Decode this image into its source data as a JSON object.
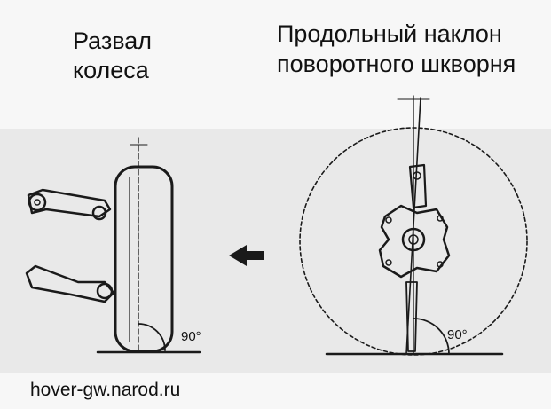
{
  "left_panel": {
    "title_line1": "Развал",
    "title_line2": "колеса",
    "angle_label": "90°"
  },
  "right_panel": {
    "title_line1": "Продольный наклон",
    "title_line2": "поворотного шкворня",
    "angle_label": "90°"
  },
  "watermark": "hover-gw.narod.ru",
  "colors": {
    "ink": "#1a1a1a",
    "background": "#f7f7f7"
  }
}
